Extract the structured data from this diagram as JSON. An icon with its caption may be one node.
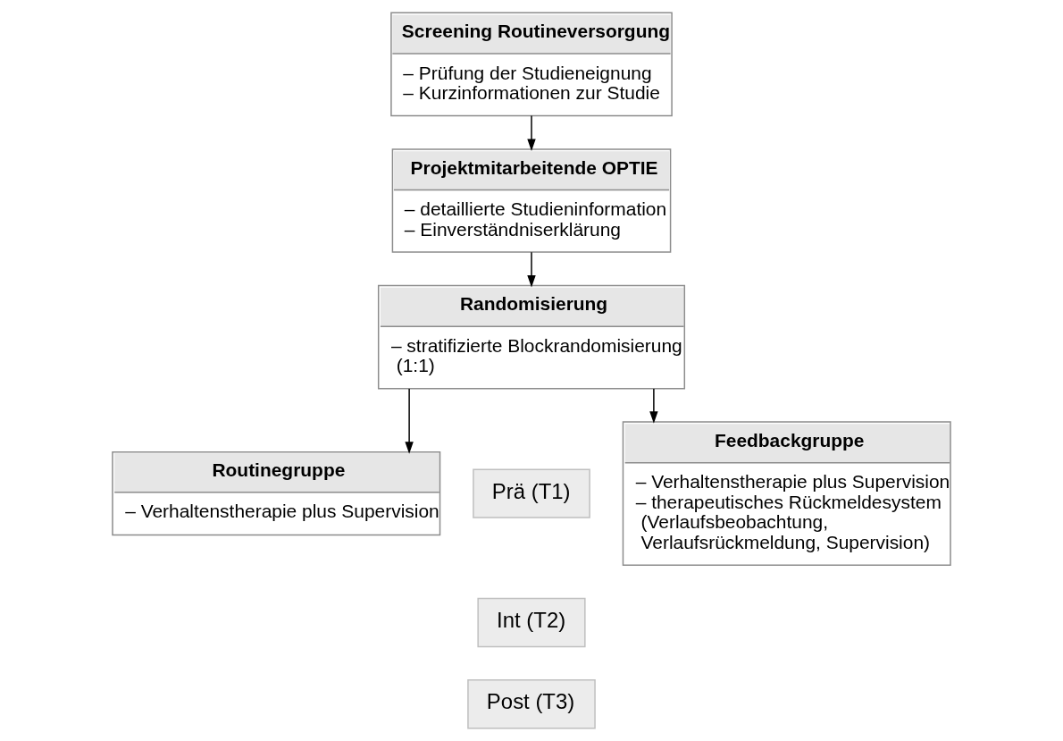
{
  "diagram": {
    "nodes": [
      {
        "text": [
          "Screening Routineversorgung",
          "– Prüfung der Studieneignung",
          "– Kurzinformationen zur Studie"
        ]
      },
      {
        "text": [
          "Projektmitarbeitende OPTIE",
          "– detaillierte Studieninformation",
          "– Einverständniserklärung"
        ]
      },
      {
        "text": [
          "Randomisierung",
          "– stratifizierte Blockrandomisierung (1:1)"
        ]
      },
      {
        "text": [
          "Routinegruppe",
          "– Verhaltenstherapie plus Supervision"
        ]
      },
      {
        "text": [
          "Prä (T1)"
        ]
      },
      {
        "text": [
          "Int (T2)"
        ]
      },
      {
        "text": [
          "Post (T3)"
        ]
      },
      {
        "text": [
          "Feedbackgruppe",
          "– Verhaltenstherapie plus Supervision",
          "– therapeutisches Rückmeldesystem (Verlaufsbeobachtung, Verlaufsrückmeldung, Supervision)"
        ]
      }
    ],
    "edges": [
      {
        "from": 0,
        "to": 1,
        "arrow": "to"
      },
      {
        "from": 1,
        "to": 2,
        "arrow": "to"
      },
      {
        "from": 2,
        "to": 3,
        "arrow": "to"
      },
      {
        "from": 2,
        "to": 7,
        "arrow": "to"
      }
    ]
  }
}
